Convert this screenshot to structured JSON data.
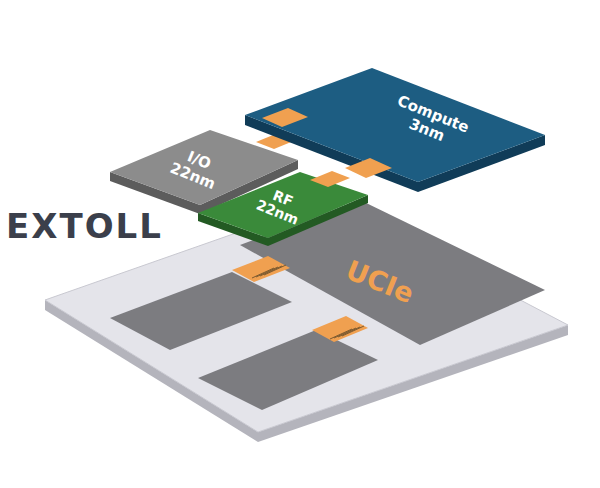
{
  "diagram": {
    "nodes": [
      {
        "text": [
          "I/O 22nm"
        ]
      },
      {
        "text": [
          "Compute 3nm"
        ]
      },
      {
        "text": [
          "RF 22nm"
        ]
      },
      {
        "text": [
          "UCIe"
        ]
      }
    ],
    "labels": [
      "EXTOLL"
    ]
  }
}
